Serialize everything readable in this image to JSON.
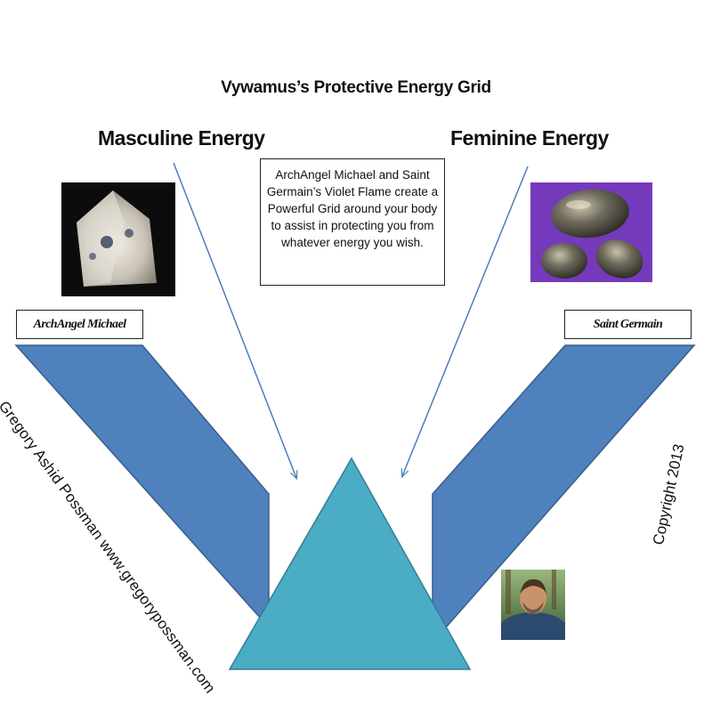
{
  "title": "Vywamus’s Protective Energy Grid",
  "masculine_label": "Masculine Energy",
  "feminine_label": "Feminine Energy",
  "note_text": "ArchAngel Michael and Saint Germain’s Violet Flame create a Powerful Grid around your body to assist in protecting you from whatever energy you wish.",
  "left_name": "ArchAngel Michael",
  "right_name": "Saint Germain",
  "credit_text": "Gregory Ashid Possman  www.gregorypossman.com",
  "copyright_text": "Copyright 2013",
  "colors": {
    "band_fill": "#4f81bd",
    "band_stroke": "#385d8a",
    "triangle_fill": "#4bacc6",
    "triangle_stroke": "#357d91",
    "arrow": "#4a7ebb"
  }
}
